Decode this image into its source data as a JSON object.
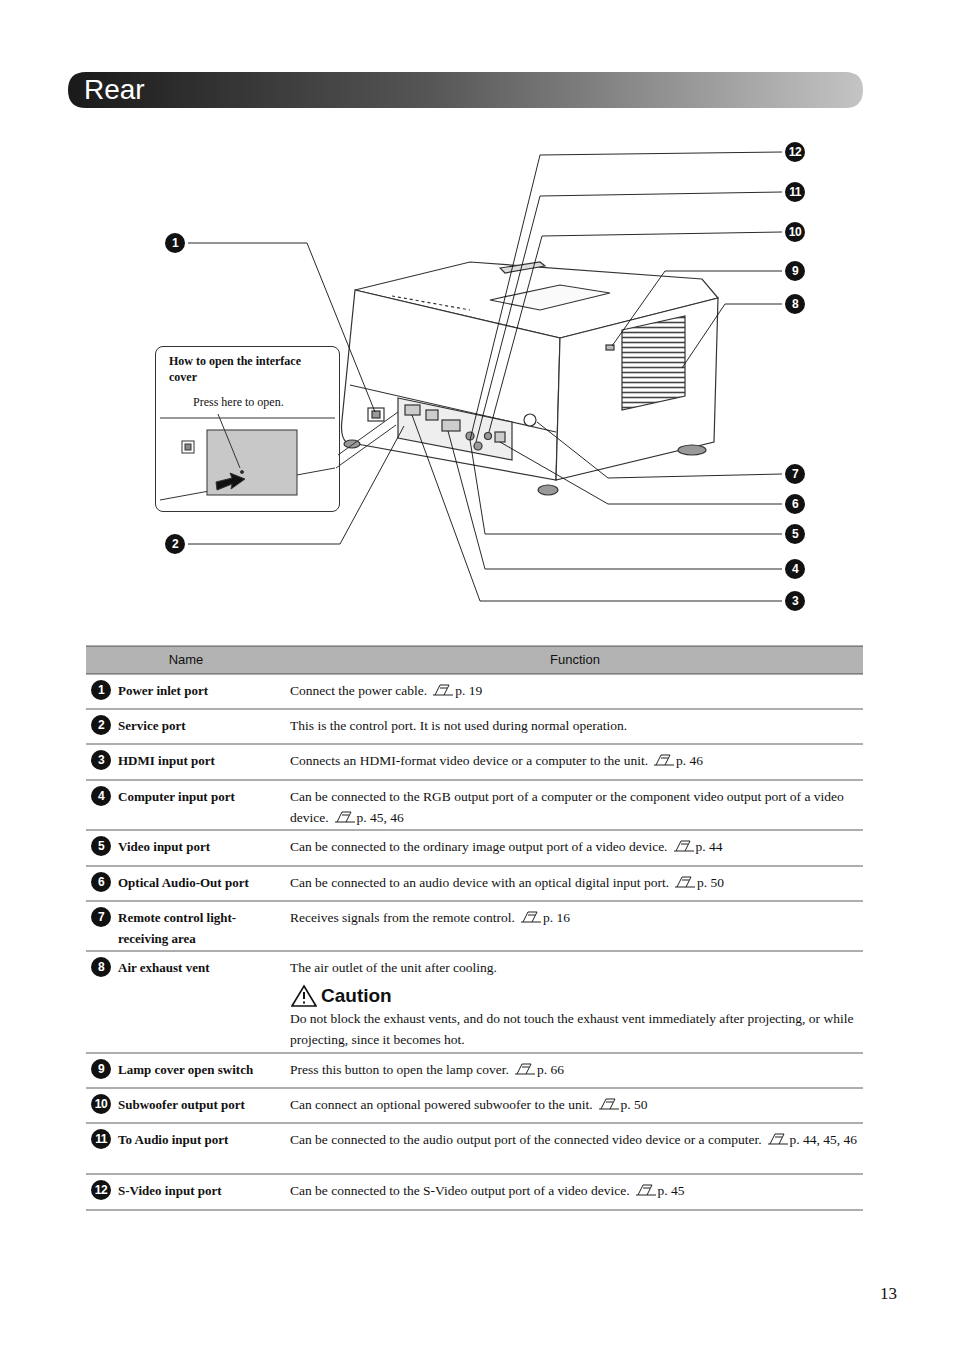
{
  "diagram": {
    "title": "Rear",
    "nodes": [
      {
        "text": [
          "How to open the interface cover",
          "Press here to open."
        ]
      }
    ],
    "labels": [
      "12",
      "11",
      "10",
      "9",
      "8",
      "1",
      "7",
      "6",
      "5",
      "4",
      "3",
      "2",
      "Name",
      "Function",
      "1",
      "Power inlet port",
      "Connect the power cable.",
      "p. 19",
      "2",
      "Service port",
      "This is the control port. It is not used during normal operation.",
      "3",
      "HDMI input port",
      "Connects an HDMI-format video device or a computer to the unit.",
      "p. 46",
      "4",
      "Computer input port",
      "Can be connected to the RGB output port of a computer or the component video output port of a video device.",
      "p. 45, 46",
      "5",
      "Video input port",
      "Can be connected to the ordinary image output port of a video device.",
      "p. 44",
      "6",
      "Optical Audio-Out port",
      "Can be connected to an audio device with an optical digital input port.",
      "p. 50",
      "7",
      "Remote control light-receiving area",
      "Receives signals from the remote control.",
      "p. 16",
      "8",
      "Air exhaust vent",
      "The air outlet of the unit after cooling.",
      "Caution",
      "Do not block the exhaust vents, and do not touch the exhaust vent immediately after projecting, or while projecting, since it becomes hot.",
      "9",
      "Lamp cover open switch",
      "Press this button to open the lamp cover.",
      "p. 66",
      "10",
      "Subwoofer output port",
      "Can connect an optional powered subwoofer to the unit.",
      "p. 50",
      "11",
      "To Audio input port",
      "Can be connected to the audio output port of the connected video device or a computer.",
      "p. 44, 45, 46",
      "12",
      "S-Video input port",
      "Can be connected to the S-Video output port of a video device.",
      "p. 45",
      "13"
    ]
  }
}
